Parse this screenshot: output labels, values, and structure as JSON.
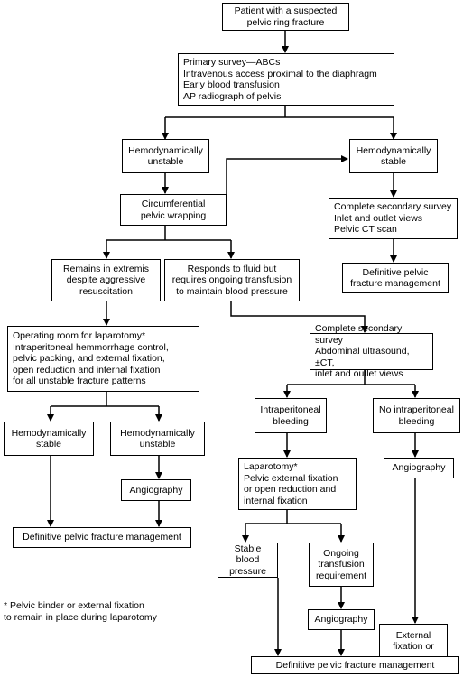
{
  "nodes": {
    "start": "Patient with a suspected\npelvic ring fracture",
    "primary": "Primary survey—ABCs\nIntravenous access proximal to the diaphragm\nEarly blood transfusion\nAP radiograph of pelvis",
    "unstable1": "Hemodynamically\nunstable",
    "stable1": "Hemodynamically\nstable",
    "wrap": "Circumferential\npelvic wrapping",
    "secondary1": "Complete secondary survey\nInlet and outlet views\nPelvic CT scan",
    "definitive1": "Definitive pelvic\nfracture management",
    "extremis": "Remains in extremis\ndespite aggressive\nresuscitation",
    "responds": "Responds to fluid but\nrequires ongoing transfusion\nto maintain blood pressure",
    "or": "Operating room for laparotomy*\nIntraperitoneal hemmorrhage control,\npelvic packing, and external fixation,\nopen reduction and internal fixation\nfor all unstable fracture patterns",
    "secondary2": "Complete secondary survey\nAbdominal ultrasound, ±CT,\ninlet and outlet views",
    "stable2": "Hemodynamically\nstable",
    "unstable2": "Hemodynamically\nunstable",
    "intraBleed": "Intraperitoneal\nbleeding",
    "noIntraBleed": "No intraperitoneal\nbleeding",
    "angio1": "Angiography",
    "laparotomy": "Laparotomy*\nPelvic external fixation\nor open reduction and\ninternal fixation",
    "angio2": "Angiography",
    "definitive2": "Definitive pelvic fracture management",
    "stableBP": "Stable blood\npressure",
    "ongoing": "Ongoing\ntransfusion\nrequirement",
    "angio3": "Angiography",
    "extFix": "External\nfixation or",
    "definitive3": "Definitive pelvic fracture management"
  },
  "footnote": "* Pelvic binder or external fixation\n   to remain in place during laparotomy"
}
